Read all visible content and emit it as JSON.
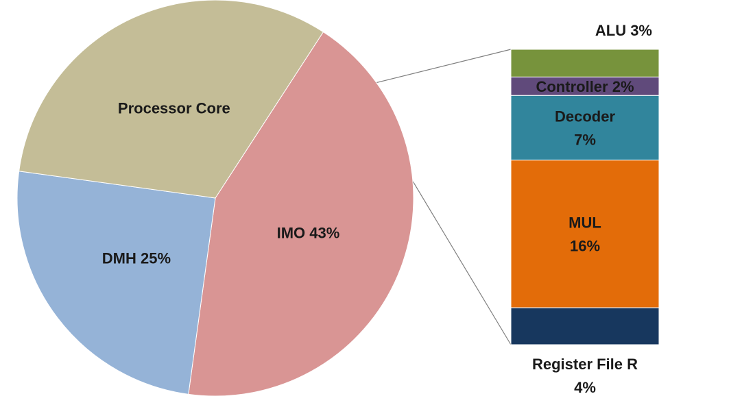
{
  "chart_data": {
    "type": "pie",
    "pie": {
      "slices": [
        {
          "label": "IMO 43%",
          "value": 43,
          "color": "#d99594"
        },
        {
          "label": "DMH 25%",
          "value": 25,
          "color": "#95b3d7"
        },
        {
          "label": "Processor Core",
          "value": 32,
          "color": "#c4bd97"
        }
      ]
    },
    "breakdown": {
      "segments": [
        {
          "label_lines": [
            "ALU 3%"
          ],
          "value": 3,
          "color": "#77933c"
        },
        {
          "label_lines": [
            "Controller 2%"
          ],
          "value": 2,
          "color": "#604a7b"
        },
        {
          "label_lines": [
            "Decoder",
            "7%"
          ],
          "value": 7,
          "color": "#31859c"
        },
        {
          "label_lines": [
            "MUL",
            "16%"
          ],
          "value": 16,
          "color": "#e36c09"
        },
        {
          "label_lines": [
            "Register File R",
            "4%"
          ],
          "value": 4,
          "color": "#17375e"
        }
      ]
    }
  }
}
